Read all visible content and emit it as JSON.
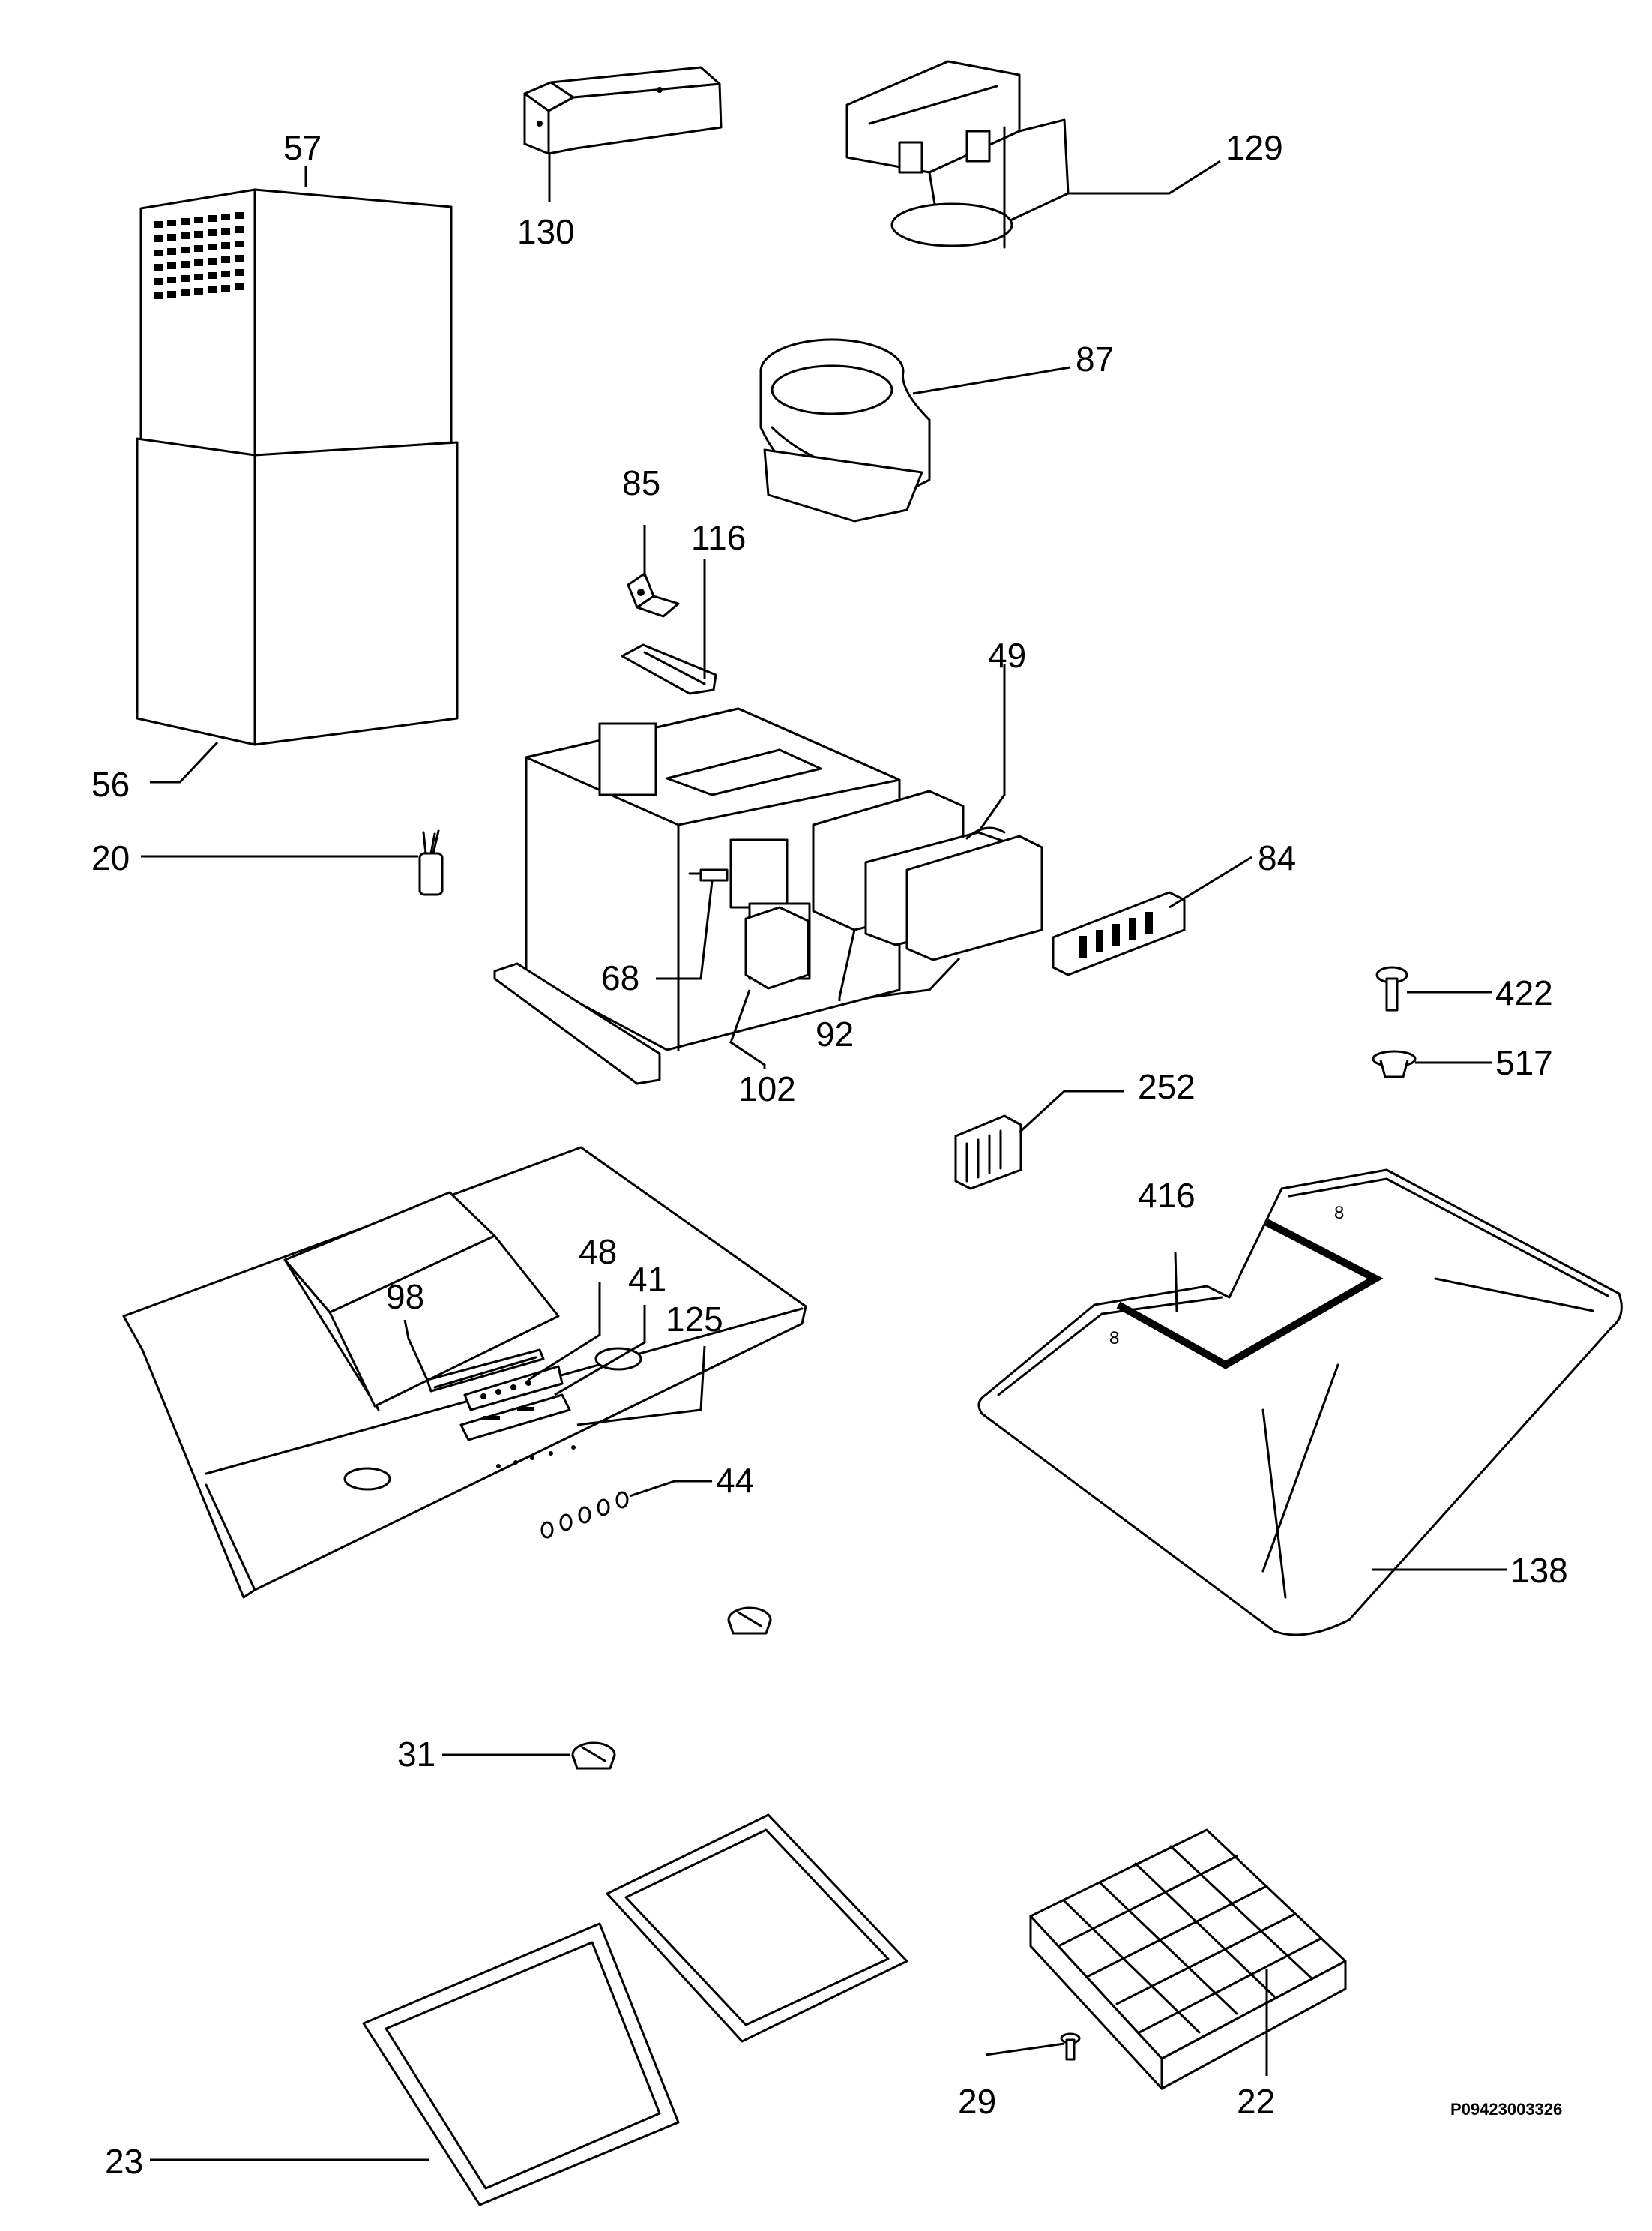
{
  "drawing_code": "P09423003326",
  "callouts": {
    "c57": "57",
    "c130": "130",
    "c129": "129",
    "c87": "87",
    "c85": "85",
    "c116": "116",
    "c49": "49",
    "c84": "84",
    "c56": "56",
    "c20": "20",
    "c68": "68",
    "c92": "92",
    "c102": "102",
    "c422": "422",
    "c517": "517",
    "c252": "252",
    "c416": "416",
    "c98": "98",
    "c48": "48",
    "c41": "41",
    "c125": "125",
    "c44": "44",
    "c138": "138",
    "c31": "31",
    "c29": "29",
    "c22": "22",
    "c23": "23"
  }
}
